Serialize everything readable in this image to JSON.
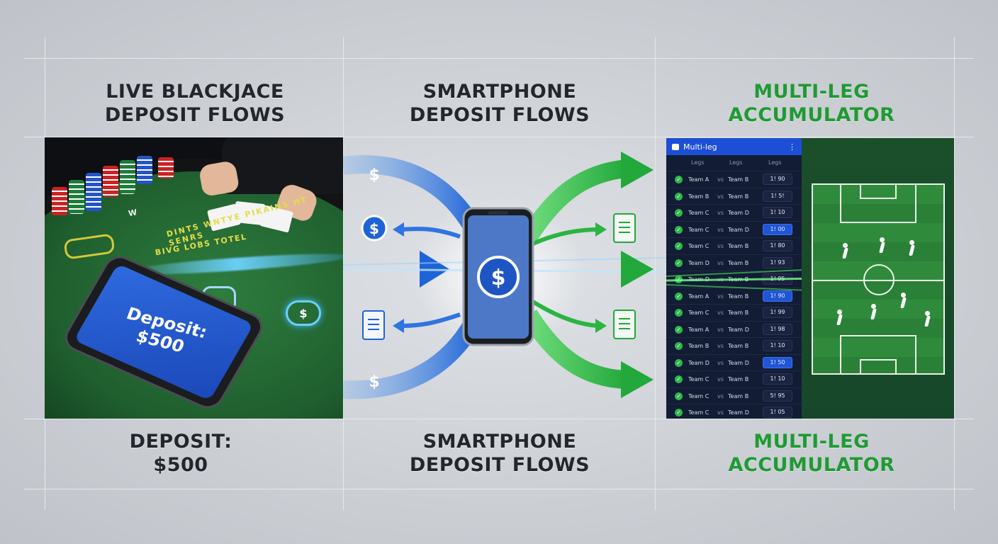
{
  "headings": {
    "top_left": "LIVE BLACKJACE\nDEPOSIT FLOWS",
    "top_center": "SMARTPHONE\nDEPOSIT FLOWS",
    "top_right": "MULTI-LEG\nACCUMULATOR",
    "bottom_left": "DEPOSIT:\n$500",
    "bottom_center": "SMARTPHONE\nDEPOSIT FLOWS",
    "bottom_right": "MULTI-LEG\nACCUMULATOR"
  },
  "blackjack": {
    "phone_text": "Deposit:\n$500",
    "table_text_1": "DINTS WNTYE PIKAINS HT SENRS",
    "table_text_2": "BIVG LOBS TOTEL",
    "table_text_3": "W",
    "coin_symbol": "$"
  },
  "flows": {
    "dollar_symbol": "$",
    "colors": {
      "blue": "#1e63d8",
      "green": "#27b33f"
    }
  },
  "bet_slip": {
    "title": "Multi-leg",
    "menu_icon": "⋮",
    "columns": [
      "Legs",
      "Legs",
      "Legs"
    ],
    "vs": "vs",
    "rows": [
      {
        "team1": "Team A",
        "team2": "Team B",
        "odds": "1! 90",
        "highlight": false
      },
      {
        "team1": "Team B",
        "team2": "Team B",
        "odds": "1! 5!",
        "highlight": false
      },
      {
        "team1": "Team C",
        "team2": "Team D",
        "odds": "1! 10",
        "highlight": false
      },
      {
        "team1": "Team C",
        "team2": "Team D",
        "odds": "1! 00",
        "highlight": true
      },
      {
        "team1": "Team C",
        "team2": "Team B",
        "odds": "1! 80",
        "highlight": false
      },
      {
        "team1": "Team D",
        "team2": "Team B",
        "odds": "1! 93",
        "highlight": false
      },
      {
        "team1": "Team D",
        "team2": "Team B",
        "odds": "1! 95",
        "highlight": false
      },
      {
        "team1": "Team A",
        "team2": "Team B",
        "odds": "1! 90",
        "highlight": true
      },
      {
        "team1": "Team C",
        "team2": "Team B",
        "odds": "1! 99",
        "highlight": false
      },
      {
        "team1": "Team A",
        "team2": "Team D",
        "odds": "1! 98",
        "highlight": false
      },
      {
        "team1": "Team B",
        "team2": "Team B",
        "odds": "1! 10",
        "highlight": false
      },
      {
        "team1": "Team D",
        "team2": "Team D",
        "odds": "1! 50",
        "highlight": true
      },
      {
        "team1": "Team C",
        "team2": "Team B",
        "odds": "1! 10",
        "highlight": false
      },
      {
        "team1": "Team C",
        "team2": "Team B",
        "odds": "5! 95",
        "highlight": false
      },
      {
        "team1": "Team C",
        "team2": "Team D",
        "odds": "1! 05",
        "highlight": false
      }
    ]
  }
}
